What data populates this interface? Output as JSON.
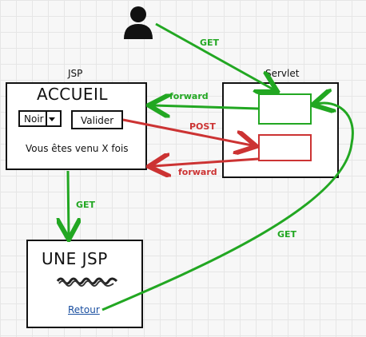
{
  "labels": {
    "jsp": "JSP",
    "servlet": "Servlet"
  },
  "accueil": {
    "title": "ACCUEIL",
    "select_value": "Noir",
    "button": "Valider",
    "text": "Vous êtes venu X fois"
  },
  "une_jsp": {
    "title": "UNE JSP",
    "link": "Retour"
  },
  "arrows": {
    "get_user": "GET",
    "forward_top": "forward",
    "post": "POST",
    "forward_bottom": "forward",
    "get_down": "GET",
    "get_return": "GET"
  },
  "colors": {
    "green": "#22a722",
    "red": "#cc3333",
    "black": "#111111",
    "link": "#1a4fa0"
  },
  "icons": {
    "user": "user-icon"
  }
}
